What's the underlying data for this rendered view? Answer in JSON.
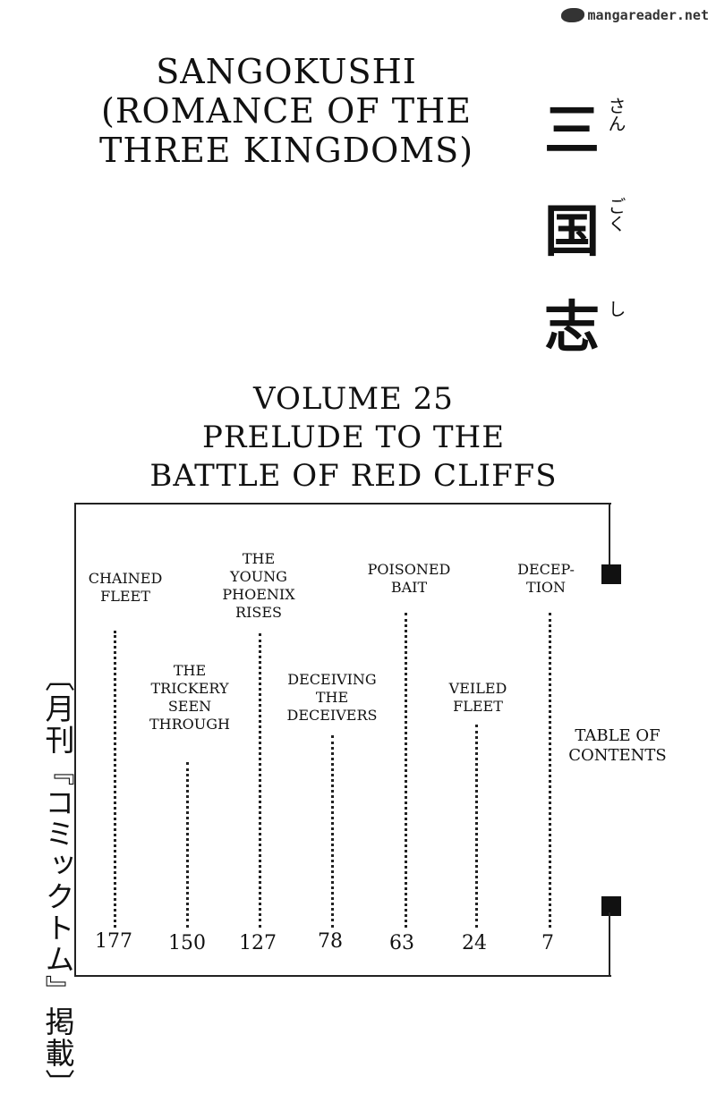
{
  "watermark": "mangareader.net",
  "title_lines": [
    "Sangokushi",
    "(Romance of the",
    "Three Kingdoms)"
  ],
  "kanji": [
    {
      "char": "三",
      "furigana": "さん"
    },
    {
      "char": "国",
      "furigana": "ごく"
    },
    {
      "char": "志",
      "furigana": "し"
    }
  ],
  "volume_lines": [
    "Volume 25",
    "Prelude to the",
    "Battle of Red Cliffs"
  ],
  "magazine_note": "〔月刊『コミックトム』掲載〕",
  "table_of_contents_lines": [
    "Table of",
    "Contents"
  ],
  "chapters": [
    {
      "title_lines": [
        "Chained",
        "Fleet"
      ],
      "page": "177"
    },
    {
      "title_lines": [
        "The",
        "Trickery",
        "Seen",
        "Through"
      ],
      "page": "150"
    },
    {
      "title_lines": [
        "The",
        "Young",
        "Phoenix",
        "Rises"
      ],
      "page": "127"
    },
    {
      "title_lines": [
        "Deceiving",
        "the",
        "Deceivers"
      ],
      "page": "78"
    },
    {
      "title_lines": [
        "Poisoned",
        "Bait"
      ],
      "page": "63"
    },
    {
      "title_lines": [
        "Veiled",
        "Fleet"
      ],
      "page": "24"
    },
    {
      "title_lines": [
        "Decep-",
        "tion"
      ],
      "page": "7"
    }
  ]
}
